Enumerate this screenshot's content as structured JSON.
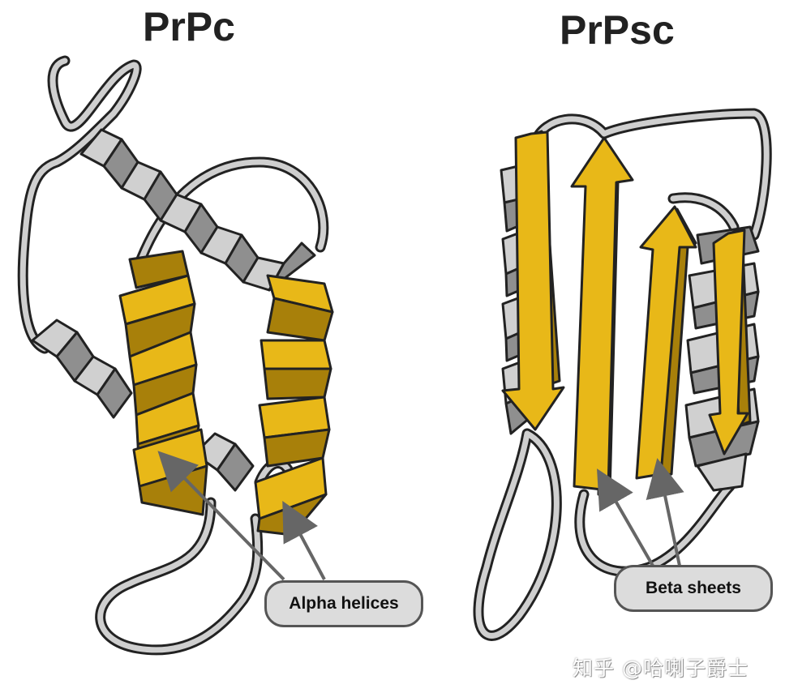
{
  "left_panel": {
    "title": "PrPc"
  },
  "right_panel": {
    "title": "PrPsc"
  },
  "callouts": {
    "alpha": "Alpha helices",
    "beta": "Beta sheets"
  },
  "watermark": "知乎 @哈喇子爵士",
  "colors": {
    "helix_gray": "#d0d0d0",
    "helix_gray_dark": "#8f8f8f",
    "gold": "#e8b818",
    "gold_dark": "#a8800a",
    "outline": "#222222",
    "loop": "#cfcfcf",
    "callout_bg": "#dcdcdc"
  }
}
